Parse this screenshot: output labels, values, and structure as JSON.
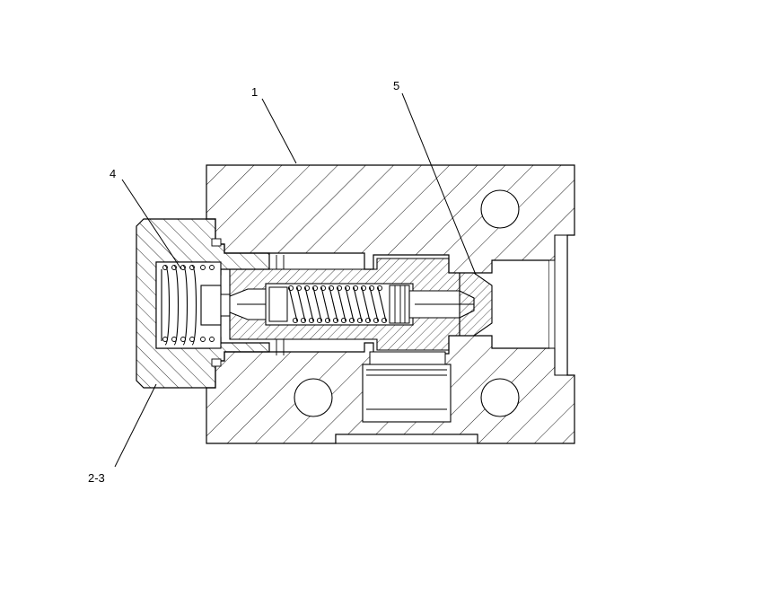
{
  "diagram": {
    "callouts": [
      {
        "id": "1",
        "label": "1"
      },
      {
        "id": "5",
        "label": "5"
      },
      {
        "id": "4",
        "label": "4"
      },
      {
        "id": "2-3",
        "label": "2-3"
      }
    ]
  }
}
